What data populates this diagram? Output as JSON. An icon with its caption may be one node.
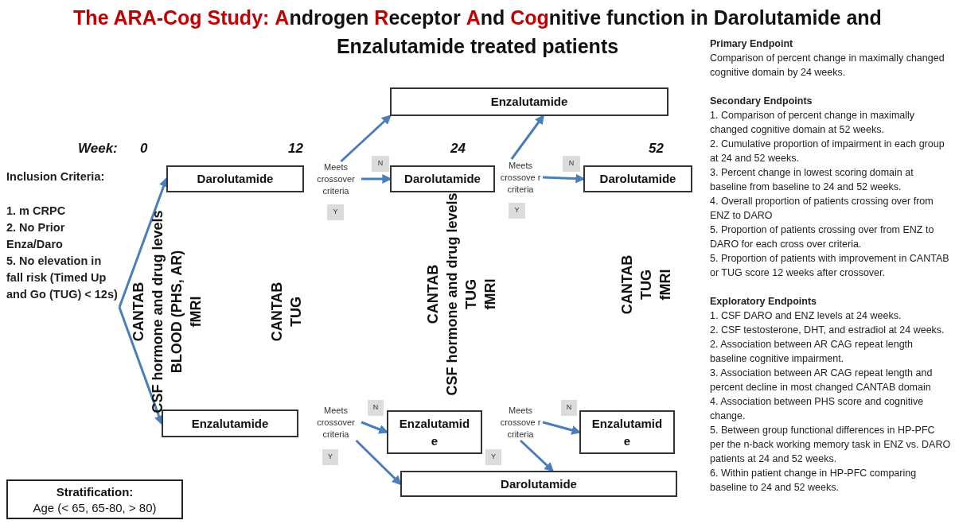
{
  "diagram": {
    "title": "**The ARA-Cog Study:**  **A**ndrogen **R**eceptor **A**nd **Cog**nitive function in Darolutamide and Enzalutamide treated patients",
    "nodes": [
      {
        "text": [
          "Enzalutamide"
        ]
      },
      {
        "text": [
          "Darolutamide"
        ]
      },
      {
        "text": [
          "Meets crossover criteria"
        ]
      },
      {
        "text": [
          "N"
        ]
      },
      {
        "text": [
          "Y"
        ]
      },
      {
        "text": [
          "Darolutamide"
        ]
      },
      {
        "text": [
          "Meets crossove r criteria"
        ]
      },
      {
        "text": [
          "N"
        ]
      },
      {
        "text": [
          "Y"
        ]
      },
      {
        "text": [
          "Darolutamide"
        ]
      },
      {
        "text": [
          "Enzalutamide"
        ]
      },
      {
        "text": [
          "Meets crossover criteria"
        ]
      },
      {
        "text": [
          "N"
        ]
      },
      {
        "text": [
          "Y"
        ]
      },
      {
        "text": [
          "Enzalutamid e"
        ]
      },
      {
        "text": [
          "Meets crossove r criteria"
        ]
      },
      {
        "text": [
          "N"
        ]
      },
      {
        "text": [
          "Y"
        ]
      },
      {
        "text": [
          "Enzalutamid e"
        ]
      },
      {
        "text": [
          "Darolutamide"
        ]
      },
      {
        "text": [
          "Inclusion Criteria:",
          "1. m CRPC",
          "2. No Prior Enza/Daro",
          "5. No elevation in fall risk (Timed Up and Go (TUG) < 12s)"
        ]
      },
      {
        "text": [
          "Stratification:",
          "Age (< 65, 65-80, > 80)"
        ]
      }
    ],
    "edges": [
      {
        "from": 20,
        "to": 1,
        "arrow": "to"
      },
      {
        "from": 20,
        "to": 10,
        "arrow": "to"
      },
      {
        "from": 2,
        "to": 5,
        "arrow": "to"
      },
      {
        "from": 2,
        "to": 0,
        "arrow": "to"
      },
      {
        "from": 6,
        "to": 9,
        "arrow": "to"
      },
      {
        "from": 6,
        "to": 0,
        "arrow": "to"
      },
      {
        "from": 11,
        "to": 14,
        "arrow": "to"
      },
      {
        "from": 11,
        "to": 19,
        "arrow": "to"
      },
      {
        "from": 15,
        "to": 18,
        "arrow": "to"
      },
      {
        "from": 15,
        "to": 19,
        "arrow": "to"
      }
    ],
    "labels": [
      "Week:",
      "0",
      "12",
      "24",
      "52",
      "CANTAB",
      "CSF hormone and drug levels",
      "BLOOD  (PHS, AR)",
      "fMRI",
      "CANTAB",
      "TUG",
      "CANTAB",
      "CSF hormone and drug levels",
      "TUG",
      "fMRI",
      "CANTAB",
      "TUG",
      "fMRI",
      "Primary Endpoint",
      "Comparison of percent change in maximally changed cognitive domain by 24 weeks.",
      "Secondary Endpoints",
      "1. Comparison of percent change in maximally changed cognitive domain at 52 weeks.",
      "2. Cumulative proportion of impairment in each group at 24 and 52 weeks.",
      "3. Percent change in lowest scoring domain at baseline from baseline to 24 and 52 weeks.",
      "4. Overall proportion of patients crossing over from ENZ to DARO",
      "5. Proportion of patients crossing over from ENZ to DARO for each cross over criteria.",
      "5. Proportion of patients with improvement in CANTAB or TUG score 12 weeks after crossover.",
      "Exploratory Endpoints",
      "1. CSF DARO and ENZ levels at 24 weeks.",
      "2. CSF testosterone, DHT, and estradiol at 24 weeks.",
      "2. Association between AR CAG repeat length baseline cognitive impairment.",
      "3. Association between AR CAG repeat length and percent decline in most changed CANTAB  domain",
      "4. Association between PHS score and cognitive change.",
      "5. Between group functional differences in HP-PFC per the n-back working memory task  in ENZ vs. DARO patients at 24 and 52 weeks.",
      "6. Within patient change in HP-PFC comparing baseline to 24 and 52 weeks."
    ]
  }
}
